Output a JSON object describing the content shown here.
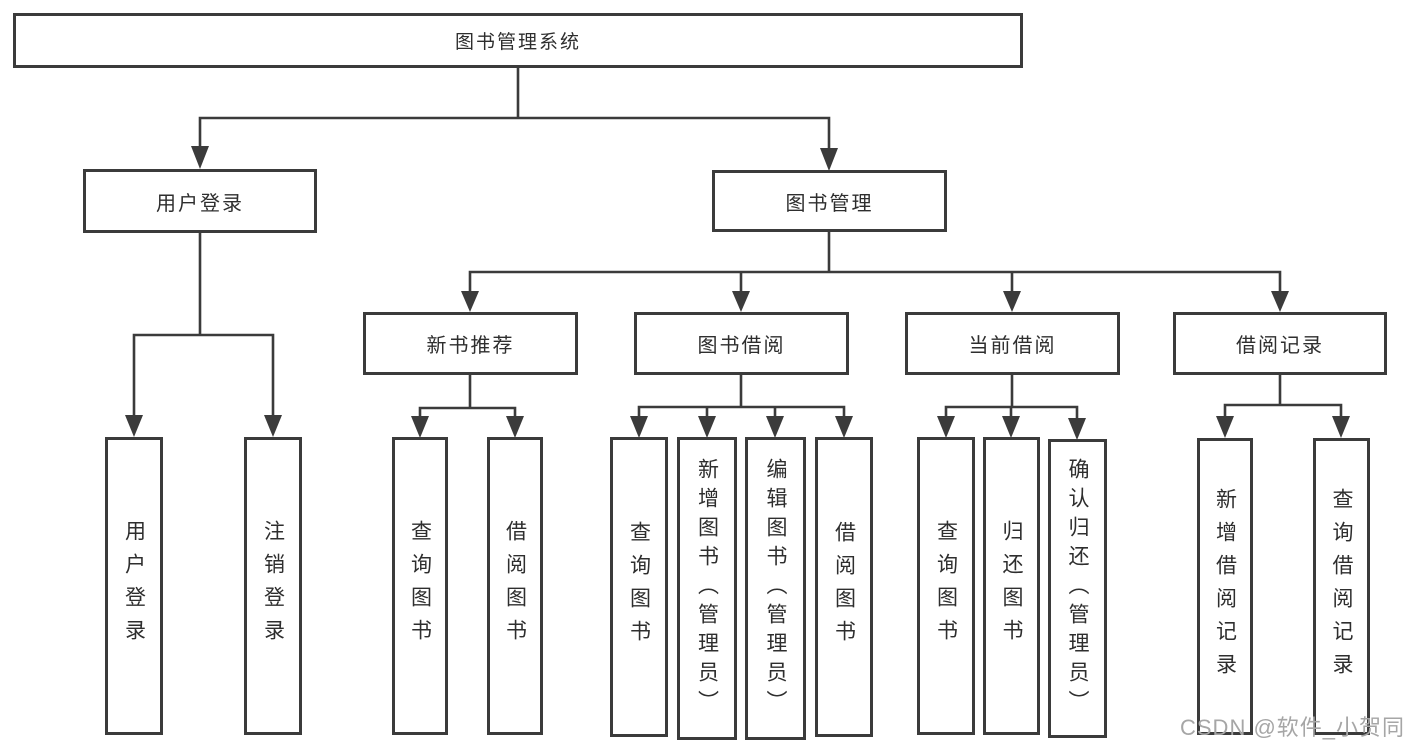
{
  "tree": {
    "label": "图书管理系统",
    "children": [
      {
        "label": "用户登录",
        "children": [
          {
            "label": "用户登录"
          },
          {
            "label": "注销登录"
          }
        ]
      },
      {
        "label": "图书管理",
        "children": [
          {
            "label": "新书推荐",
            "children": [
              {
                "label": "查询图书"
              },
              {
                "label": "借阅图书"
              }
            ]
          },
          {
            "label": "图书借阅",
            "children": [
              {
                "label": "查询图书"
              },
              {
                "label": "新增图书（管理员）"
              },
              {
                "label": "编辑图书（管理员）"
              },
              {
                "label": "借阅图书"
              }
            ]
          },
          {
            "label": "当前借阅",
            "children": [
              {
                "label": "查询图书"
              },
              {
                "label": "归还图书"
              },
              {
                "label": "确认归还（管理员）"
              }
            ]
          },
          {
            "label": "借阅记录",
            "children": [
              {
                "label": "新增借阅记录"
              },
              {
                "label": "查询借阅记录"
              }
            ]
          }
        ]
      }
    ]
  },
  "watermark": {
    "text": "CSDN @软件_小贺同学"
  },
  "colors": {
    "line": "#3b3b3b",
    "text": "#2e2e2e",
    "watermark": "#a6a6a6",
    "background": "#ffffff"
  }
}
